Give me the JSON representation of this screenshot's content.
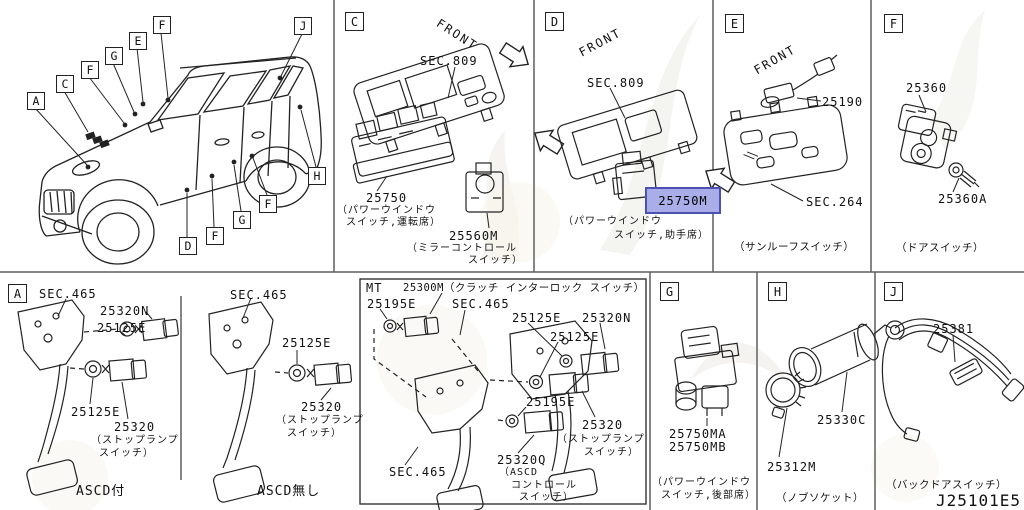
{
  "diagram_code": "J25101E5",
  "highlight_color": "#a9ade8",
  "highlight_border": "#4b50b5",
  "car": {
    "callouts": [
      "F",
      "J",
      "E",
      "G",
      "F",
      "C",
      "A",
      "H",
      "F",
      "G",
      "F",
      "D"
    ]
  },
  "sections": {
    "c": {
      "letter": "C",
      "front": "FRONT",
      "sec": "SEC.809",
      "part1": "25750",
      "part1_cap1": "（パワーウインドウ",
      "part1_cap2": "スイッチ,運転席）",
      "part2": "25560M",
      "part2_cap1": "（ミラーコントロール",
      "part2_cap2": "スイッチ）"
    },
    "d": {
      "letter": "D",
      "front": "FRONT",
      "sec": "SEC.809",
      "part": "25750M",
      "cap1": "（パワーウインドウ",
      "cap2": "スイッチ,助手席）"
    },
    "e": {
      "letter": "E",
      "front": "FRONT",
      "part": "25190",
      "sec": "SEC.264",
      "caption": "（サンルーフスイッチ）"
    },
    "f": {
      "letter": "F",
      "part1": "25360",
      "part2": "25360A",
      "caption": "（ドアスイッチ）"
    },
    "a": {
      "letter": "A",
      "sec": "SEC.465",
      "part_top": "25320N",
      "nut_top": "25125E",
      "nut_bottom": "25125E",
      "part_bottom": "25320",
      "cap1": "（ストップランプ",
      "cap2": "スイッチ）",
      "variant": "ASCD付"
    },
    "a2": {
      "sec": "SEC.465",
      "nut": "25125E",
      "part": "25320",
      "cap1": "（ストップランプ",
      "cap2": "スイッチ）",
      "variant": "ASCD無し"
    },
    "mt": {
      "label": "MT",
      "header": "25300M（クラッチ インターロック スイッチ）",
      "nut1": "25195E",
      "sec_top": "SEC.465",
      "nut2": "25125E",
      "part_n": "25320N",
      "nut3": "25125E",
      "nut4": "25195E",
      "part_stop": "25320",
      "stop_cap1": "（ストップランプ",
      "stop_cap2": "スイッチ）",
      "part_ascd": "25320Q",
      "ascd_cap1": "（ASCD",
      "ascd_cap2": "コントロール",
      "ascd_cap3": "スイッチ）",
      "sec_bottom": "SEC.465"
    },
    "g": {
      "letter": "G",
      "part1": "25750MA",
      "part2": "25750MB",
      "cap1": "（パワーウインドウ",
      "cap2": "スイッチ,後部席）"
    },
    "h": {
      "letter": "H",
      "part1": "25330C",
      "part2": "25312M",
      "caption": "（ノブソケット）"
    },
    "j": {
      "letter": "J",
      "part": "25381",
      "caption": "（バックドアスイッチ）"
    }
  }
}
